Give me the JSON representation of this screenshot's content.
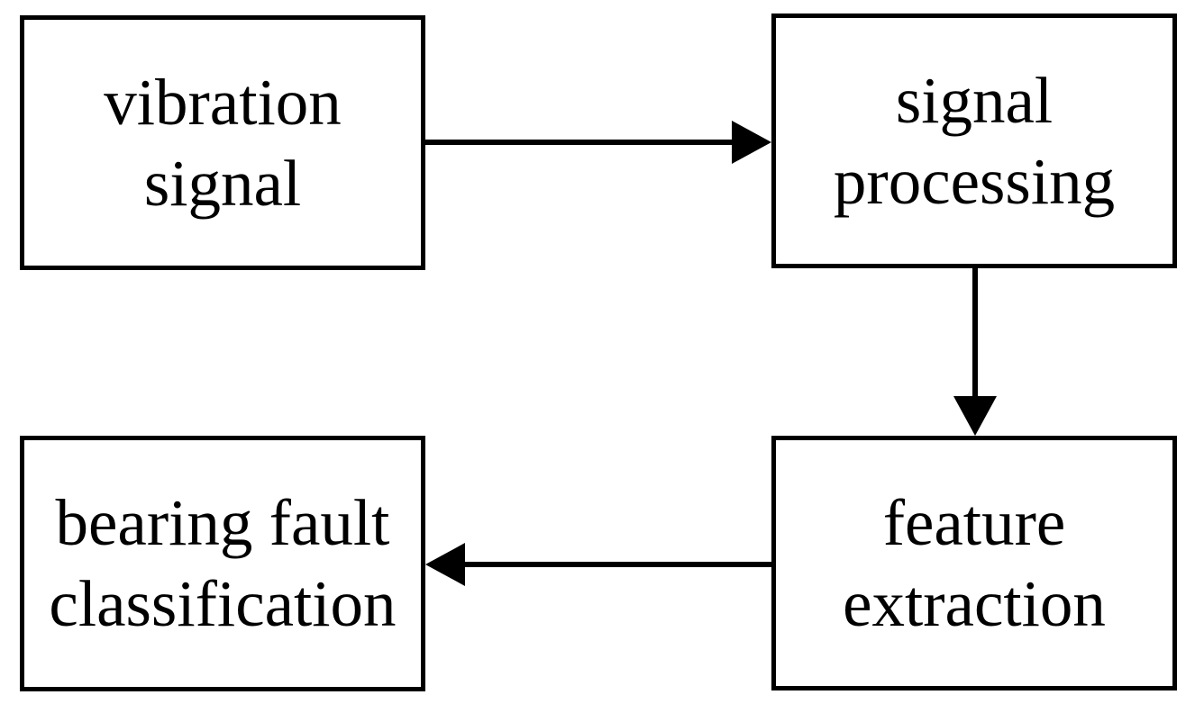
{
  "colors": {
    "ink": "#000000",
    "background": "#ffffff"
  },
  "diagram": {
    "type": "flowchart",
    "nodes": [
      {
        "id": "vibration-signal",
        "label": "vibration signal",
        "line1": "vibration",
        "line2": "signal"
      },
      {
        "id": "signal-processing",
        "label": "signal processing",
        "line1": "signal",
        "line2": "processing"
      },
      {
        "id": "feature-extraction",
        "label": "feature extraction",
        "line1": "feature",
        "line2": "extraction"
      },
      {
        "id": "bearing-fault-classification",
        "label": "bearing fault classification",
        "line1": "bearing fault",
        "line2": "classification"
      }
    ],
    "edges": [
      {
        "from": "vibration signal",
        "to": "signal processing",
        "direction": "right"
      },
      {
        "from": "signal processing",
        "to": "feature extraction",
        "direction": "down"
      },
      {
        "from": "feature extraction",
        "to": "bearing fault classification",
        "direction": "left"
      }
    ]
  }
}
